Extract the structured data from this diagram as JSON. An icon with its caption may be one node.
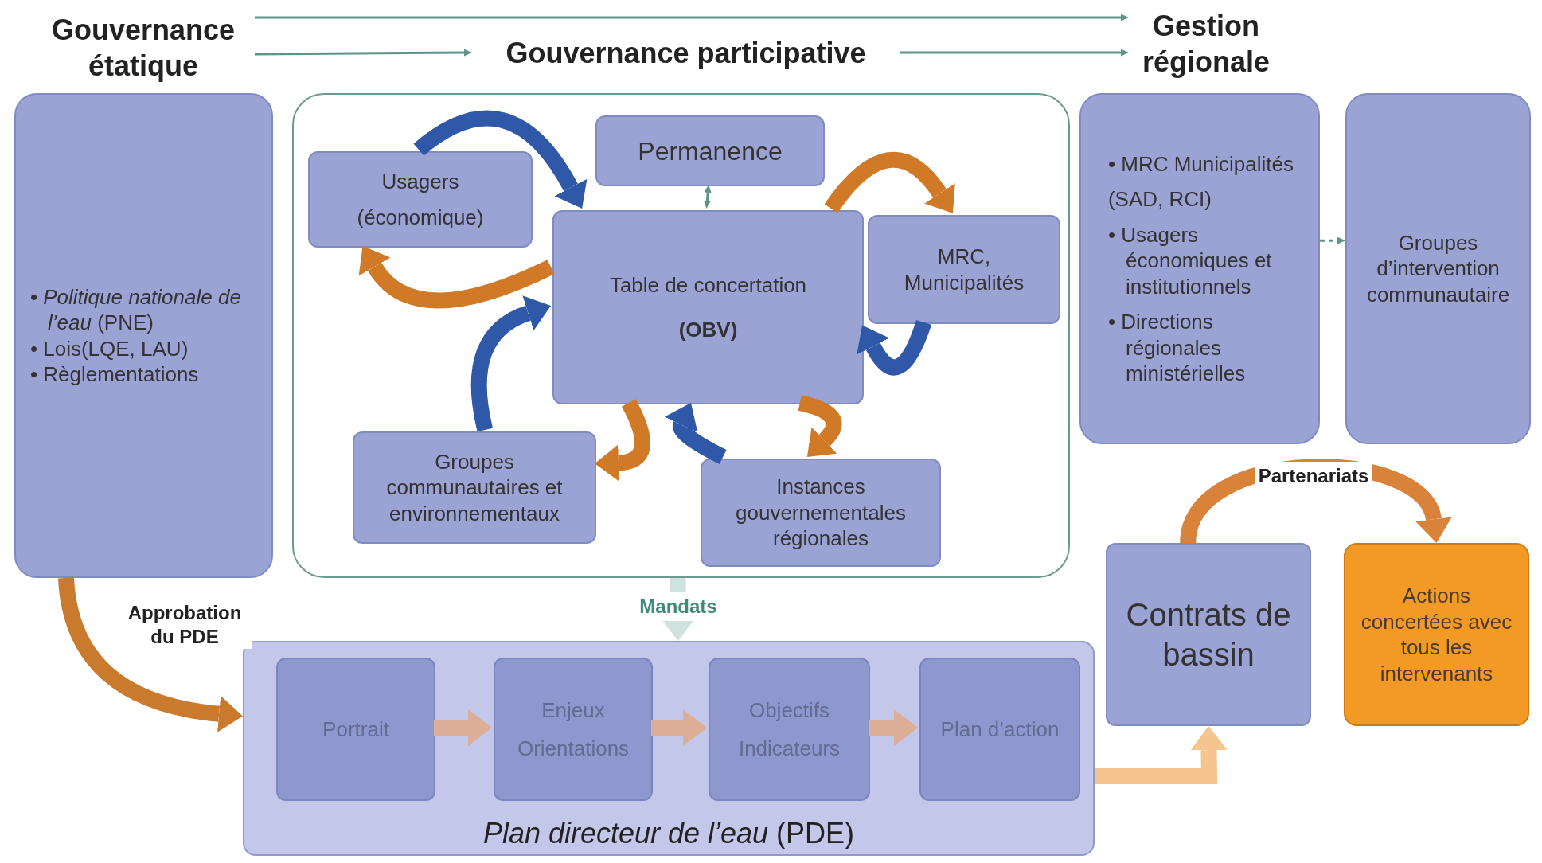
{
  "diagram": {
    "nodes": [
      {
        "text": [
          "Gouvernance étatique"
        ]
      },
      {
        "text": [
          "Gouvernance participative"
        ]
      },
      {
        "text": [
          "Gestion régionale"
        ]
      },
      {
        "text": [
          "• *Politique nationale de l’eau* (PNE)",
          "• Lois(LQE, LAU)",
          "• Règlementations"
        ]
      },
      {
        "text": [],
        "shape": "box"
      },
      {
        "text": [
          "Usagers",
          "(économique)"
        ],
        "in": 4
      },
      {
        "text": [
          "Permanence"
        ],
        "in": 4
      },
      {
        "text": [
          "Table de concertation",
          "(OBV)"
        ],
        "in": 4
      },
      {
        "text": [
          "MRC, Municipalités"
        ],
        "in": 4
      },
      {
        "text": [
          "Groupes communautaires et environnementaux"
        ],
        "in": 4
      },
      {
        "text": [
          "Instances gouvernementales régionales"
        ],
        "in": 4
      },
      {
        "text": [
          "• MRC Municipalités",
          "(SAD, RCI)",
          "• Usagers économiques et institutionnels",
          "• Directions régionales ministérielles"
        ]
      },
      {
        "text": [
          "Groupes d’intervention communautaire"
        ]
      },
      {
        "text": [
          "*Plan directeur de l’eau* (PDE)"
        ]
      },
      {
        "text": [
          "Portrait"
        ],
        "in": 13
      },
      {
        "text": [
          "Enjeux",
          "Orientations"
        ],
        "in": 13
      },
      {
        "text": [
          "Objectifs",
          "Indicateurs"
        ],
        "in": 13
      },
      {
        "text": [
          "Plan d’action"
        ],
        "in": 13
      },
      {
        "text": [
          "Contrats de bassin"
        ]
      },
      {
        "text": [
          "Actions concertées avec tous les intervenants"
        ]
      }
    ],
    "edges": [
      {
        "from": 0,
        "to": 2,
        "arrow": "to"
      },
      {
        "from": 0,
        "to": 1,
        "arrow": "to"
      },
      {
        "from": 1,
        "to": 2,
        "arrow": "to"
      },
      {
        "from": 5,
        "to": 7,
        "arrow": "to",
        "color": "#2f58a8"
      },
      {
        "from": 7,
        "to": 5,
        "arrow": "to",
        "color": "#d07a28"
      },
      {
        "from": 6,
        "to": 7,
        "arrow": "both"
      },
      {
        "from": 7,
        "to": 8,
        "arrow": "to",
        "color": "#d07a28"
      },
      {
        "from": 8,
        "to": 7,
        "arrow": "to",
        "color": "#2f58a8"
      },
      {
        "from": 9,
        "to": 7,
        "arrow": "to",
        "color": "#2f58a8"
      },
      {
        "from": 7,
        "to": 9,
        "arrow": "to",
        "color": "#d07a28"
      },
      {
        "from": 10,
        "to": 7,
        "arrow": "to",
        "color": "#2f58a8"
      },
      {
        "from": 7,
        "to": 10,
        "arrow": "to",
        "color": "#d07a28"
      },
      {
        "from": 11,
        "to": 12,
        "arrow": "to",
        "style": "dashed"
      },
      {
        "from": 3,
        "to": 13,
        "label": "Approbation du PDE",
        "arrow": "to",
        "color": "#c97a2c"
      },
      {
        "from": 4,
        "to": 13,
        "label": "Mandats",
        "arrow": "to",
        "color": "#cfe2dd"
      },
      {
        "from": 14,
        "to": 15,
        "arrow": "to",
        "color": "#dcae97"
      },
      {
        "from": 15,
        "to": 16,
        "arrow": "to",
        "color": "#dcae97"
      },
      {
        "from": 16,
        "to": 17,
        "arrow": "to",
        "color": "#dcae97"
      },
      {
        "from": 13,
        "to": 18,
        "arrow": "to",
        "color": "#f6c48e"
      },
      {
        "from": 18,
        "to": 19,
        "label": "Partenariats",
        "arrow": "to",
        "color": "#d8823a"
      }
    ]
  }
}
